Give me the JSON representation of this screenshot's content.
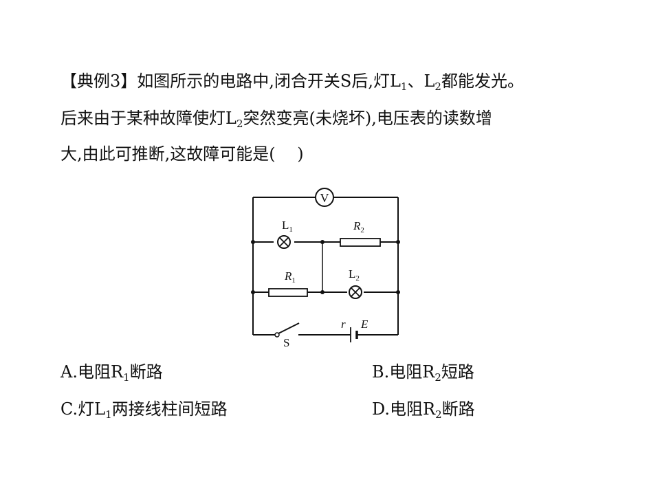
{
  "question": {
    "tag": "【典例3】",
    "line1_a": "如图所示的电路中,闭合开关S后,灯L",
    "line1_sub1": "1",
    "line1_b": "、L",
    "line1_sub2": "2",
    "line1_c": "都能发光。",
    "line2_a": "后来由于某种故障使灯L",
    "line2_sub": "2",
    "line2_b": "突然变亮(未烧坏),电压表的读数增",
    "line3": "大,由此可推断,这故障可能是(　 )"
  },
  "circuit": {
    "voltmeter": "V",
    "lamp1_letter": "L",
    "lamp1_sub": "1",
    "lamp2_letter": "L",
    "lamp2_sub": "2",
    "res1_letter": "R",
    "res1_sub": "1",
    "res2_letter": "R",
    "res2_sub": "2",
    "switch_label": "S",
    "internal_r": "r",
    "emf": "E"
  },
  "options": {
    "a_pre": "A.电阻R",
    "a_sub": "1",
    "a_post": "断路",
    "b_pre": "B.电阻R",
    "b_sub": "2",
    "b_post": "短路",
    "c_pre": "C.灯L",
    "c_sub": "1",
    "c_post": "两接线柱间短路",
    "d_pre": "D.电阻R",
    "d_sub": "2",
    "d_post": "断路"
  }
}
